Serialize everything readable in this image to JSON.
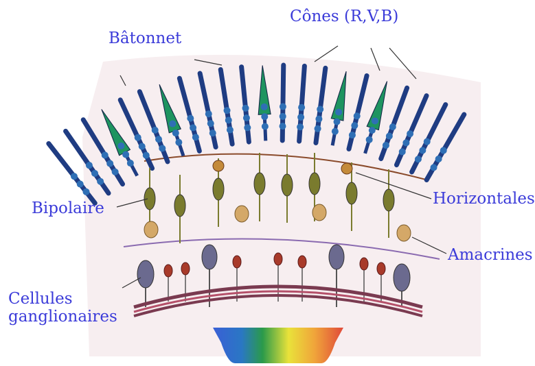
{
  "labels": {
    "cones": "Cônes (R,V,B)",
    "batonnet": "Bâtonnet",
    "bipolaire": "Bipolaire",
    "horizontales": "Horizontales",
    "amacrines": "Amacrines",
    "cellules_line1": "Cellules",
    "cellules_line2": "ganglionaires"
  },
  "colors": {
    "label": "#3b3bd9",
    "rod": "#1f3c82",
    "rod_bead": "#2f6fb5",
    "cone": "#1e9460",
    "bipolar": "#7a7b2e",
    "horizontal": "#c48a3a",
    "amacrine": "#d4a868",
    "ganglion": "#6b6a8f",
    "ganglion_small": "#a83a2a",
    "fiber_layer": "#7a3a50",
    "background_tint": "#f7eef0"
  },
  "spectrum": [
    "#3a5fd6",
    "#2a9a4a",
    "#e9e23a",
    "#f0a43a",
    "#e04a3a"
  ]
}
